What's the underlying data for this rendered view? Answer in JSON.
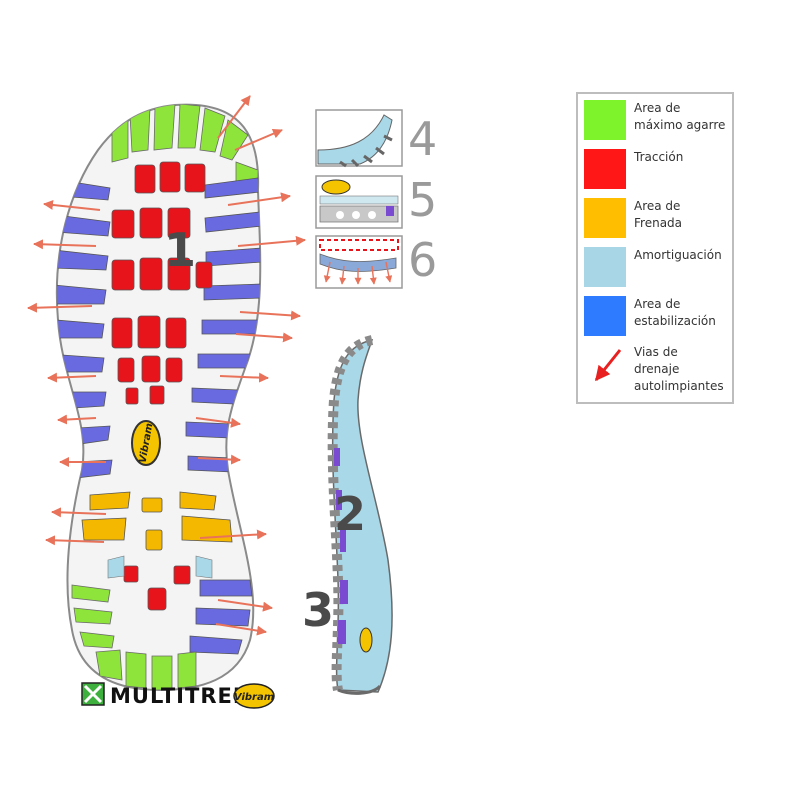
{
  "colors": {
    "grip": "#8ee43a",
    "traction": "#e8141c",
    "braking": "#f5b800",
    "cushioning": "#a9d8e8",
    "stability": "#6a6ae0",
    "drain": "#e8735a",
    "outline": "#8a8a8a"
  },
  "callouts": {
    "n1": "1",
    "n2": "2",
    "n3": "3",
    "n4": "4",
    "n5": "5",
    "n6": "6"
  },
  "brand": {
    "name": "MULTITREK",
    "badge": "Vibram"
  },
  "legend": {
    "items": [
      {
        "label": "Area de\nmáximo agarre",
        "color": "#7ef22a",
        "icon": "swatch"
      },
      {
        "label": "Tracción",
        "color": "#ff1616",
        "icon": "swatch"
      },
      {
        "label": "Area de\nFrenada",
        "color": "#ffbf00",
        "icon": "swatch"
      },
      {
        "label": "Amortiguación",
        "color": "#a8d6e6",
        "icon": "swatch"
      },
      {
        "label": "Area de\nestabilización",
        "color": "#2e7bff",
        "icon": "swatch"
      },
      {
        "label": "Vias de\ndrenaje\nautolimpiantes",
        "color": "#ff2020",
        "icon": "arrow-icon"
      }
    ]
  }
}
